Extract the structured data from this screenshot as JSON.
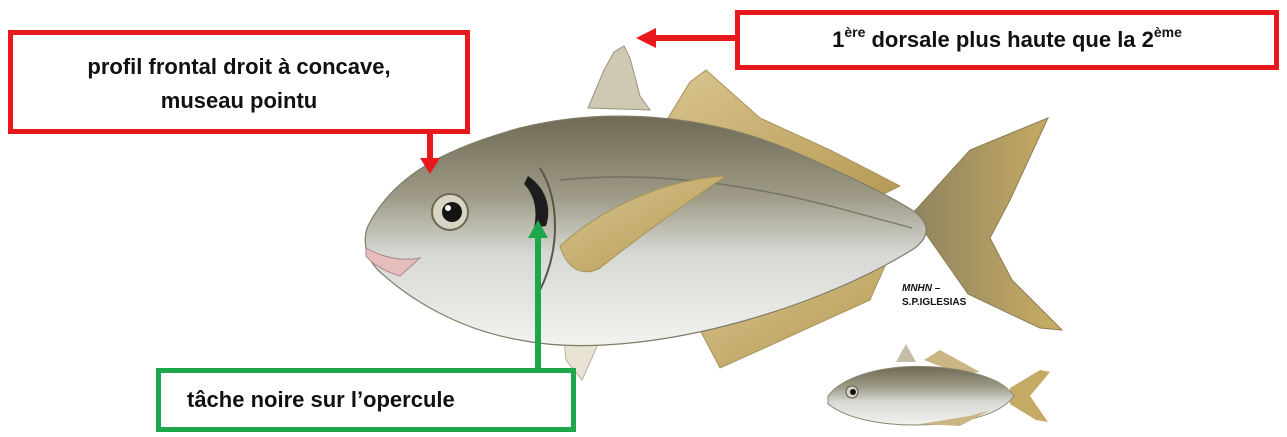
{
  "labels": {
    "profile_line1": "profil frontal droit à concave,",
    "profile_line2": "museau pointu",
    "dorsal_pre": "1",
    "dorsal_sup1": "ère",
    "dorsal_mid": " dorsale plus haute que la 2",
    "dorsal_sup2": "ème",
    "spot": "tâche noire sur l’opercule"
  },
  "credit": {
    "org": "MNHN",
    "dash": " –",
    "author": "S.P.IGLESIAS"
  },
  "colors": {
    "red_arrow": "#e8191c",
    "green_arrow": "#1ea64a"
  },
  "icons": [
    "fish-photo-main",
    "fish-photo-small"
  ]
}
